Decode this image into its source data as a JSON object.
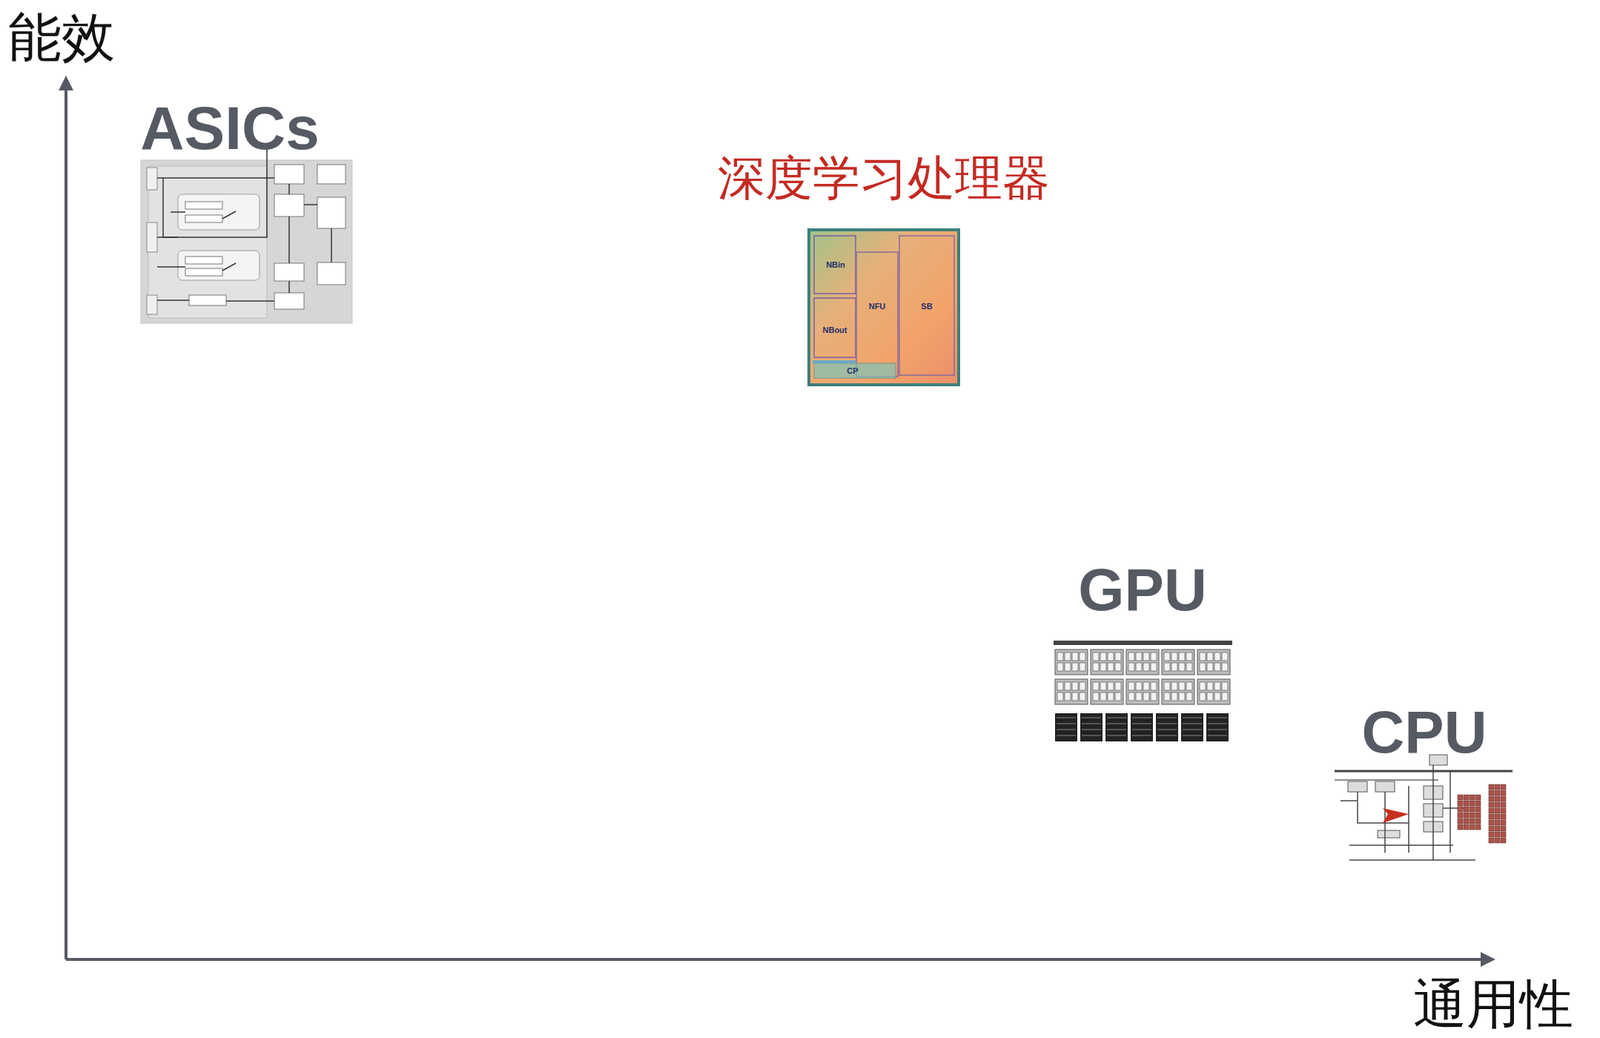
{
  "diagram": {
    "labels": [
      "能效",
      "通用性",
      "ASICs",
      "深度学习处理器",
      "GPU",
      "CPU",
      "NBin",
      "NFU",
      "SB",
      "NBout",
      "CP"
    ]
  }
}
